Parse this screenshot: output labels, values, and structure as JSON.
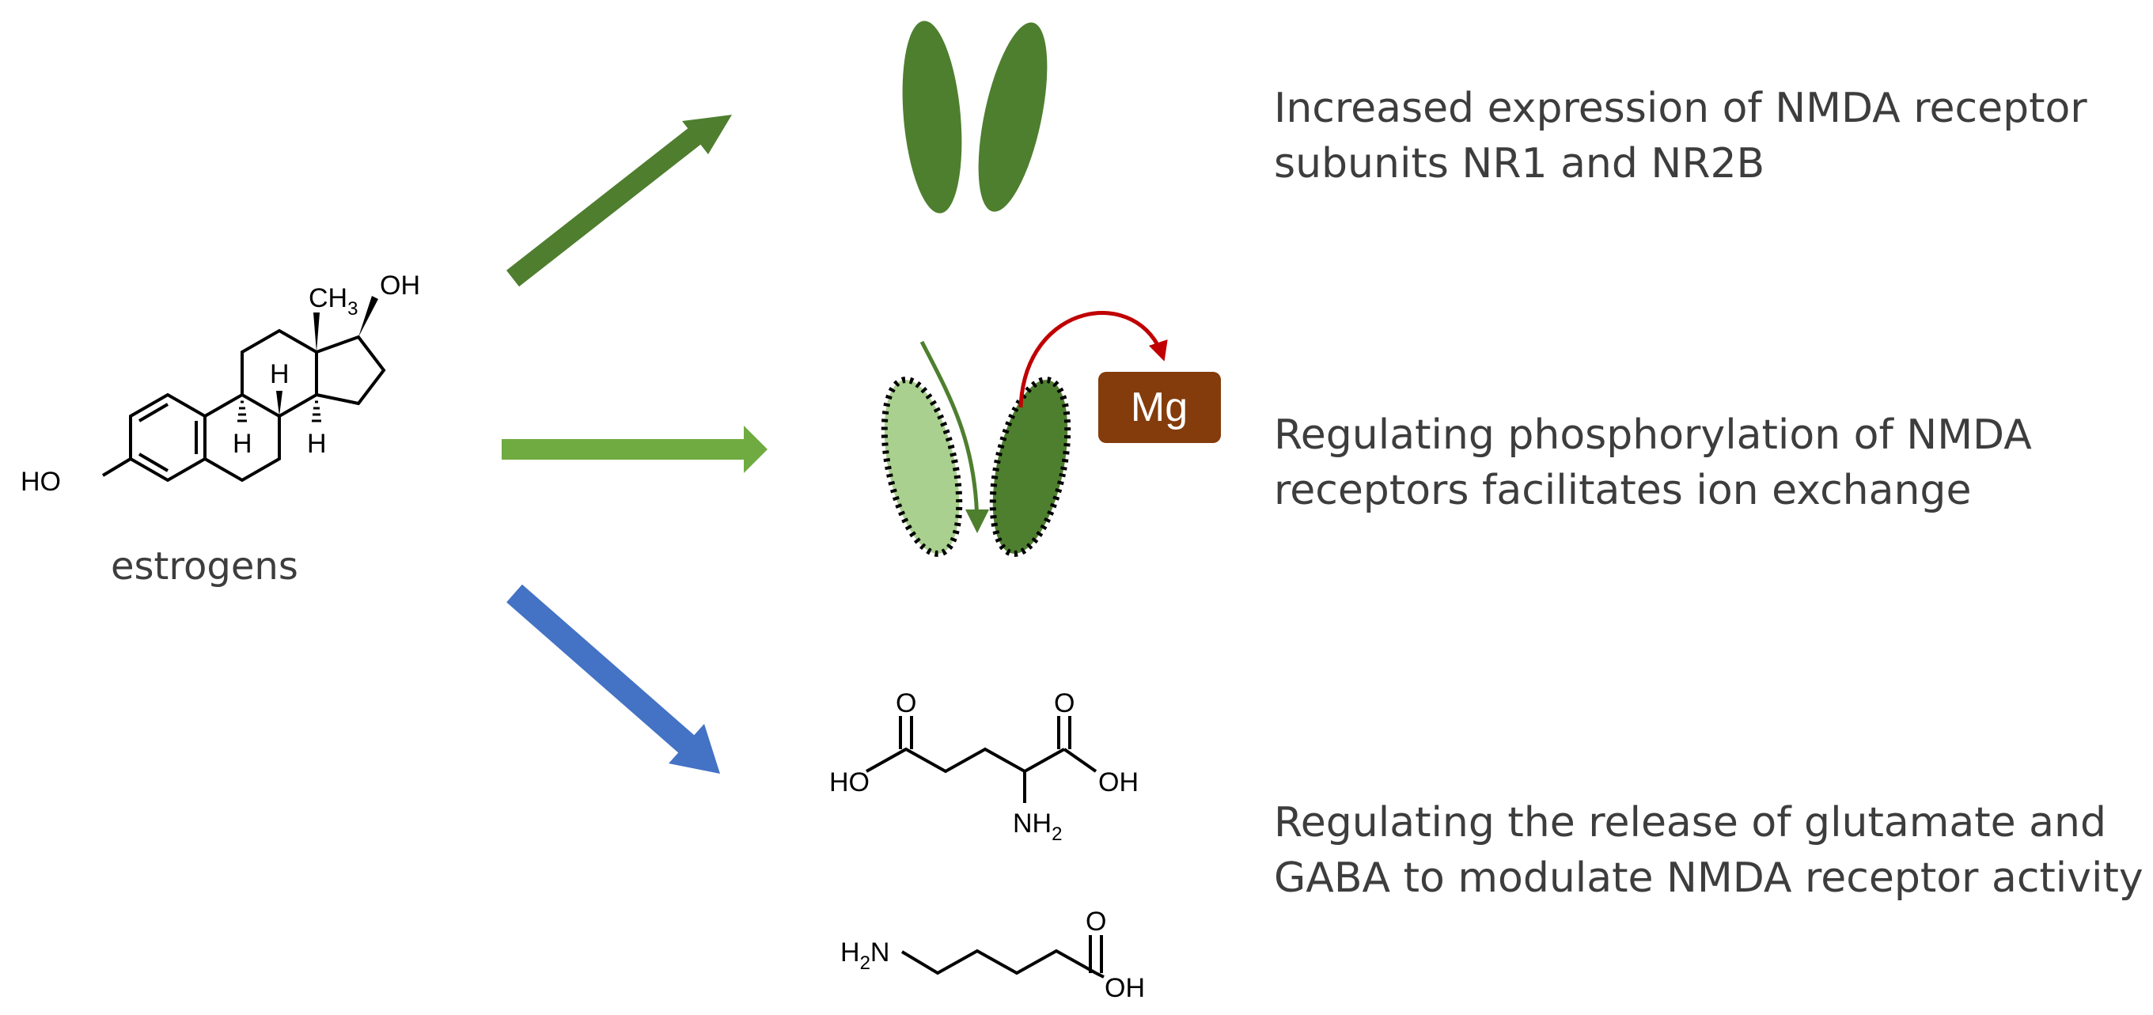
{
  "molecule": {
    "name": "estrogens",
    "atoms": {
      "ho": "HO",
      "oh": "OH",
      "ch3": "CH",
      "ch3_sub": "3",
      "h": "H"
    }
  },
  "receptor": {
    "ion_label": "Mg"
  },
  "glutamate": {
    "o": "O",
    "ho": "HO",
    "oh": "OH",
    "nh2": "NH",
    "nh2_sub": "2"
  },
  "gaba": {
    "h2n_pre": "H",
    "h2n_sub": "2",
    "h2n_post": "N",
    "o": "O",
    "oh": "OH"
  },
  "effects": [
    {
      "line1": "Increased expression of NMDA receptor",
      "line2": "subunits NR1 and NR2B"
    },
    {
      "line1": "Regulating phosphorylation of NMDA",
      "line2": "receptors facilitates ion exchange"
    },
    {
      "line1": "Regulating the release of glutamate and",
      "line2": "GABA to modulate NMDA receptor activity"
    }
  ],
  "colors": {
    "arrow_top": "#4f7e2f",
    "arrow_middle": "#6fab40",
    "arrow_bottom": "#4472c4",
    "subunit_dark": "#4e7f2f",
    "subunit_light": "#a9d08e",
    "ion_box": "#843c0c",
    "curve_red": "#c00000"
  }
}
